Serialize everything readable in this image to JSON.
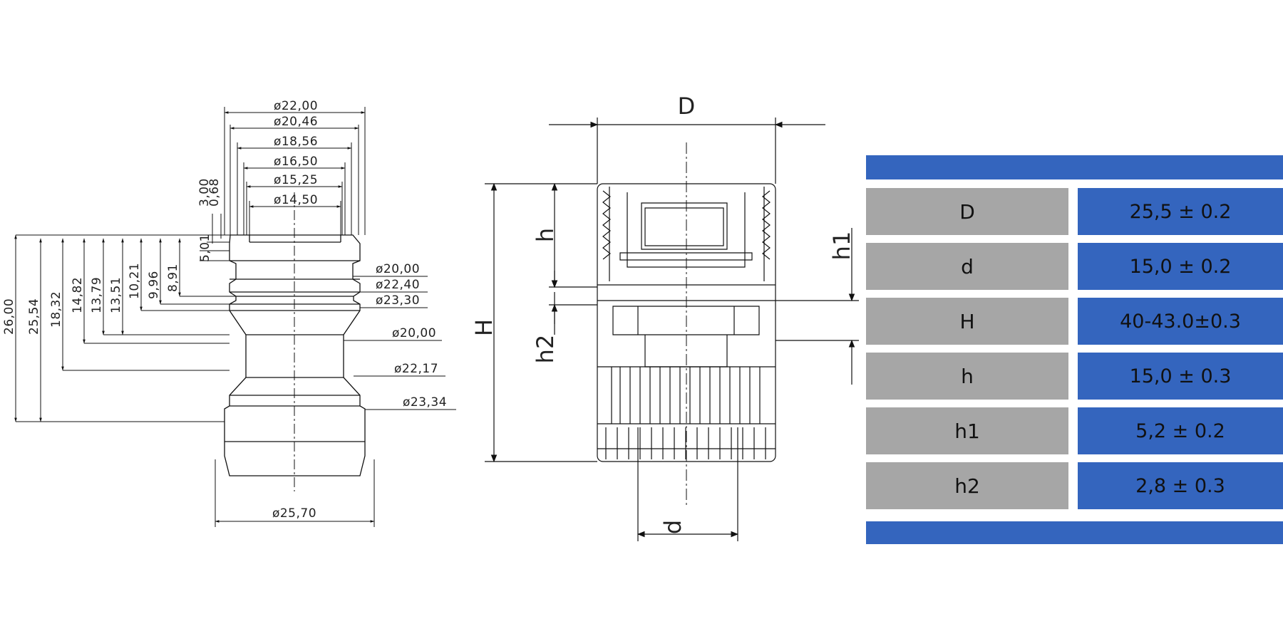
{
  "profile_drawing": {
    "diameters_top": [
      "ø22,00",
      "ø20,46",
      "ø18,56",
      "ø16,50",
      "ø15,25",
      "ø14,50"
    ],
    "small_dims": [
      "3,00",
      "0,68",
      "5,01"
    ],
    "heights": [
      "26,00",
      "25,54",
      "18,32",
      "14,82",
      "13,79",
      "13,51",
      "10,21",
      "9,96",
      "8,91"
    ],
    "side_diameters": [
      "ø20,00",
      "ø22,40",
      "ø23,30",
      "ø20,00",
      "ø22,17",
      "ø23,34"
    ],
    "bottom_diameter": "ø25,70"
  },
  "cap_drawing": {
    "label_D": "D",
    "label_d": "d",
    "label_H": "H",
    "label_h": "h",
    "label_h1": "h1",
    "label_h2": "h2"
  },
  "spec_table": {
    "rows": [
      {
        "key": "D",
        "value": "25,5 ± 0.2"
      },
      {
        "key": "d",
        "value": "15,0 ± 0.2"
      },
      {
        "key": "H",
        "value": "40-43.0±0.3"
      },
      {
        "key": "h",
        "value": "15,0 ± 0.3"
      },
      {
        "key": "h1",
        "value": "5,2 ± 0.2"
      },
      {
        "key": "h2",
        "value": "2,8 ± 0.3"
      }
    ]
  }
}
